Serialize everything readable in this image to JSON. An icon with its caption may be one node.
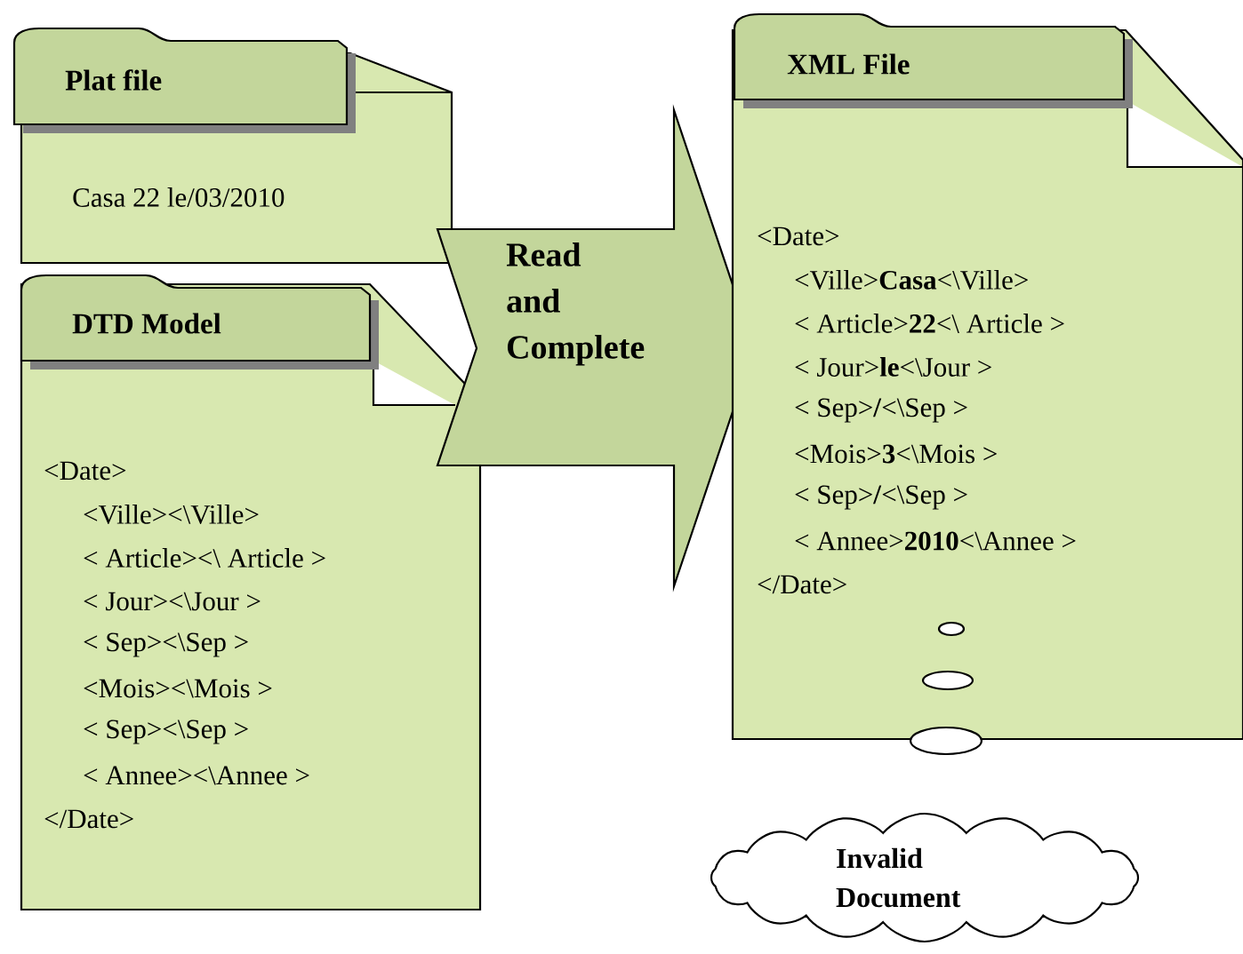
{
  "diagram": {
    "nodes": [
      {
        "text": [
          "Plat file",
          "Casa 22 le/03/2010"
        ]
      },
      {
        "text": [
          "DTD Model",
          "<Date>",
          "<Ville><\\Ville>",
          "< Article><\\ Article >",
          "< Jour><\\Jour >",
          "< Sep><\\Sep >",
          "<Mois><\\Mois >",
          "< Sep><\\Sep >",
          "< Annee><\\Annee >",
          "</Date>"
        ]
      },
      {
        "text": [
          "Read and Complete"
        ]
      },
      {
        "text": [
          "XML File",
          "<Date>",
          "<Ville>**Casa**<\\Ville>",
          "< Article>**22**<\\ Article >",
          "< Jour>**le**<\\Jour >",
          "< Sep>**/**<\\Sep >",
          "<Mois>**3**<\\Mois >",
          "< Sep>**/**<\\Sep >",
          "< Annee>**2010**<\\Annee >",
          "</Date>"
        ]
      },
      {
        "text": [
          "Invalid Document"
        ]
      }
    ]
  }
}
